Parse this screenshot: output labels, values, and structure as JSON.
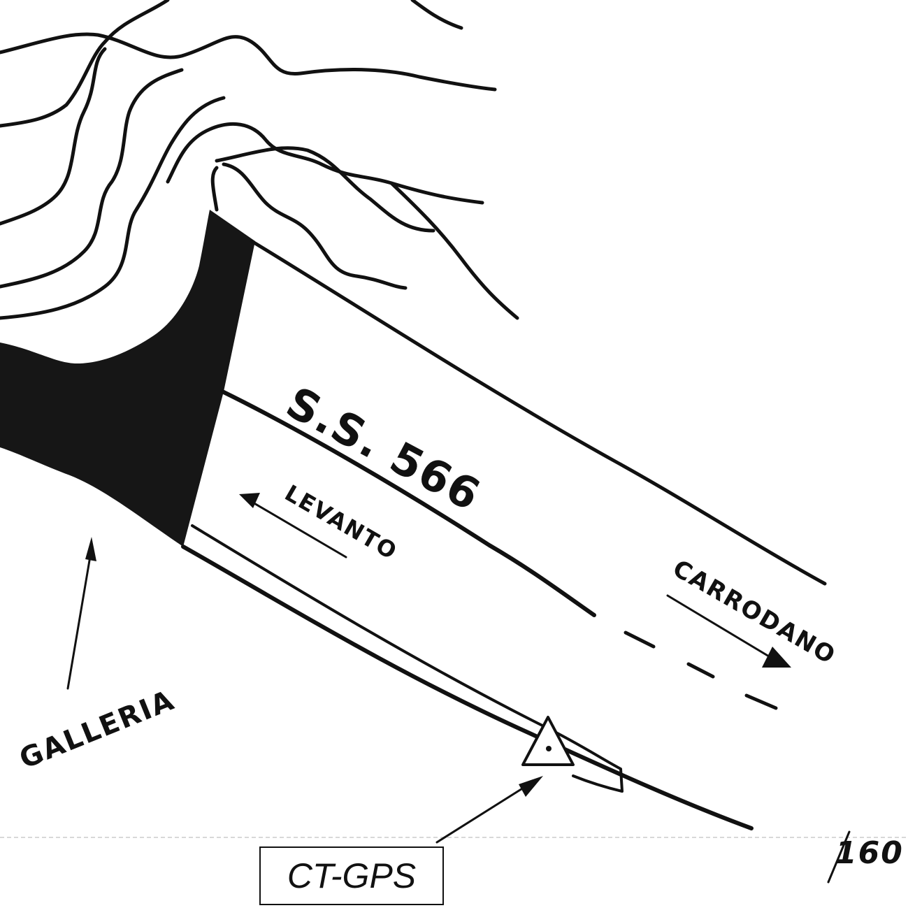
{
  "map": {
    "road_label": "S.S. 566",
    "direction_west": "LEVANTO",
    "direction_east": "CARRODANO",
    "tunnel_label": "GALLERIA",
    "station_label": "CT-GPS",
    "page_number": "160",
    "station_symbol": "triangle-dot-icon"
  },
  "colors": {
    "ink": "#111111",
    "paper": "#ffffff",
    "tunnel_fill": "#161616"
  }
}
